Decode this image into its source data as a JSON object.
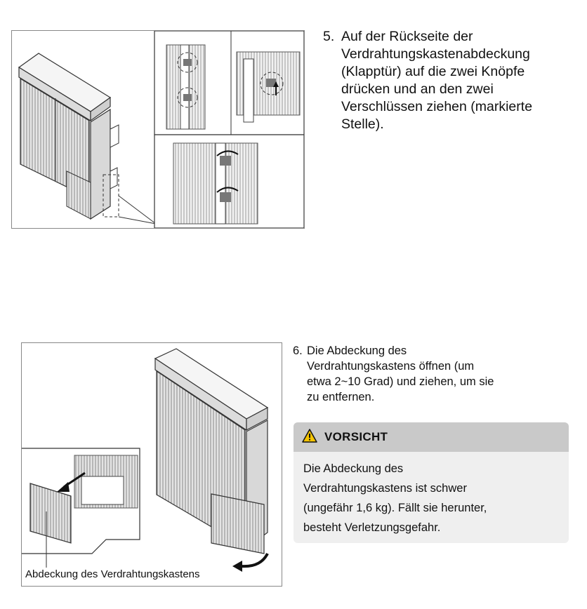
{
  "step5": {
    "number": "5.",
    "lines": [
      "Auf der Rückseite der",
      "Verdrahtungskastenabdeckung",
      "(Klapptür) auf die zwei Knöpfe",
      "drücken und an den zwei",
      "Verschlüssen ziehen (markierte",
      "Stelle)."
    ]
  },
  "step6": {
    "number": "6.",
    "lines": [
      "Die Abdeckung des",
      "Verdrahtungskastens öffnen (um",
      "etwa 2~10 Grad) und ziehen, um sie",
      "zu entfernen."
    ]
  },
  "caution": {
    "title": "VORSICHT",
    "lines": [
      "Die Abdeckung des",
      "Verdrahtungskastens ist schwer",
      "(ungefähr 1,6 kg). Fällt sie herunter,",
      "besteht Verletzungsgefahr."
    ]
  },
  "figure2": {
    "caption": "Abdeckung des Verdrahtungskastens"
  }
}
